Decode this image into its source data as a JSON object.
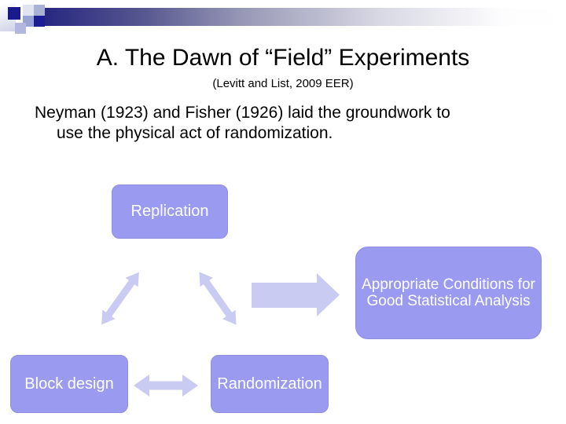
{
  "slide": {
    "title": "A. The Dawn of “Field” Experiments",
    "subtitle": "(Levitt and List, 2009 EER)",
    "body_lines": [
      "Neyman (1923) and Fisher (1926) laid the groundwork to",
      "use the physical act of randomization."
    ]
  },
  "diagram": {
    "boxes": [
      {
        "id": "replication",
        "lines": [
          "Replication"
        ]
      },
      {
        "id": "appropriate-conditions",
        "lines": [
          "Appropriate Conditions for",
          "Good Statistical Analysis"
        ]
      },
      {
        "id": "block-design",
        "lines": [
          "Block design"
        ]
      },
      {
        "id": "randomization",
        "lines": [
          "Randomization"
        ]
      }
    ],
    "arrows": [
      {
        "id": "cycle-left-arrow",
        "type": "double-headed",
        "orientation": "diagonal-up-right"
      },
      {
        "id": "cycle-right-arrow",
        "type": "double-headed",
        "orientation": "diagonal-down-right"
      },
      {
        "id": "to-conditions-arrow",
        "type": "single-headed",
        "orientation": "right"
      },
      {
        "id": "block-randomization-arrow",
        "type": "double-headed",
        "orientation": "horizontal"
      }
    ]
  },
  "theme": {
    "bar_dark": "#222280",
    "box_fill": "#9a9af0",
    "box_border": "#8f8fdf",
    "box_text": "#ffffff",
    "arrow_fill": "#c9cbf2",
    "title_color": "#000000"
  }
}
